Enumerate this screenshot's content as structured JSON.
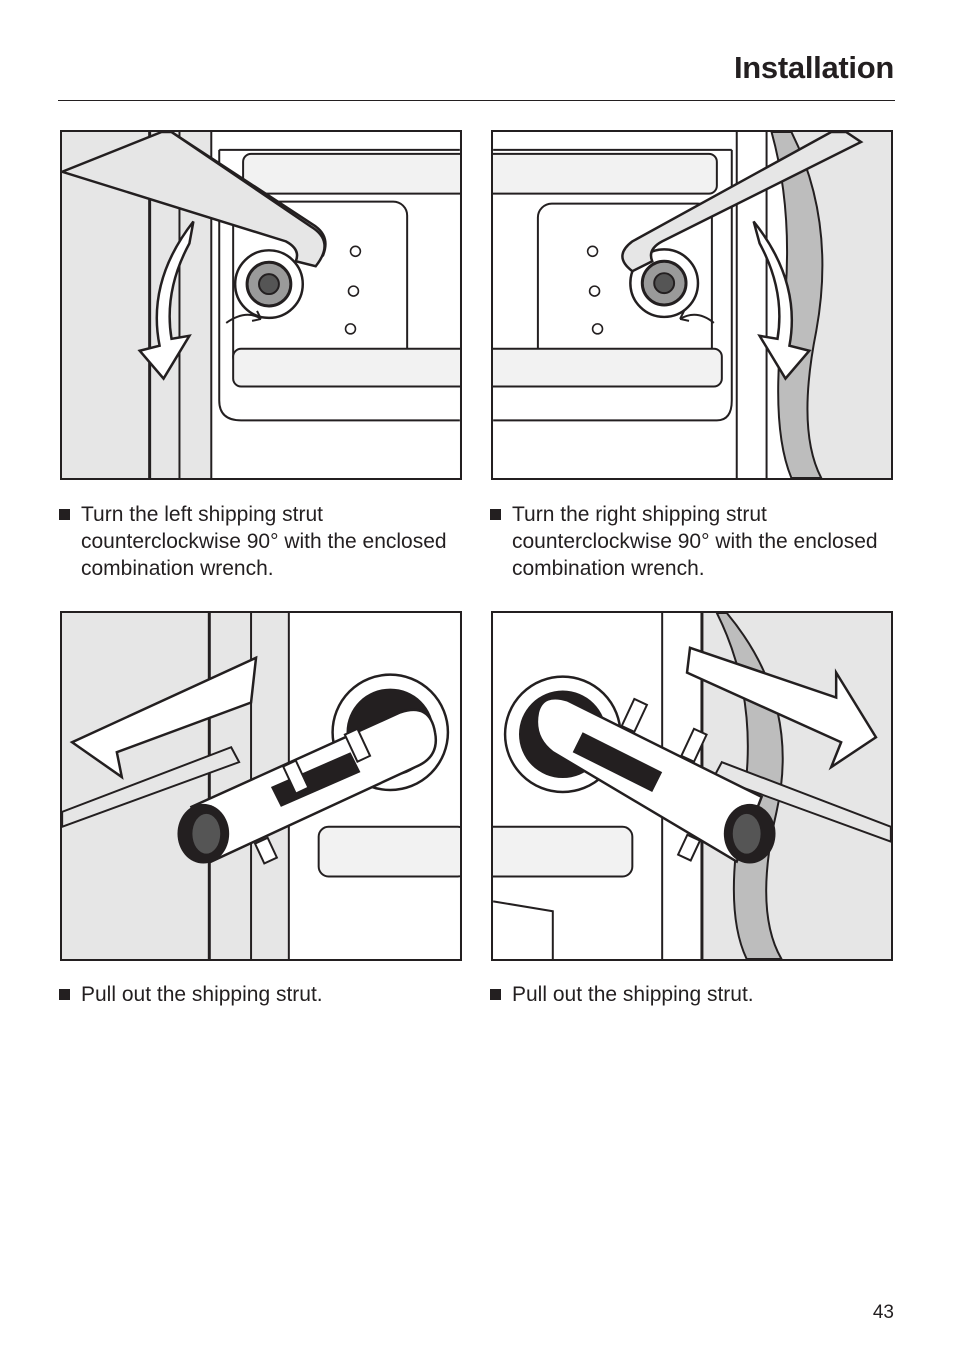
{
  "header": {
    "title": "Installation"
  },
  "steps": [
    {
      "text": "Turn the left shipping strut counterclockwise 90° with the enclosed combination wrench."
    },
    {
      "text": "Turn the right shipping strut counterclockwise 90° with the enclosed combination wrench."
    },
    {
      "text": "Pull out the shipping strut."
    },
    {
      "text": "Pull out the shipping strut."
    }
  ],
  "footer": {
    "page_number": "43"
  }
}
